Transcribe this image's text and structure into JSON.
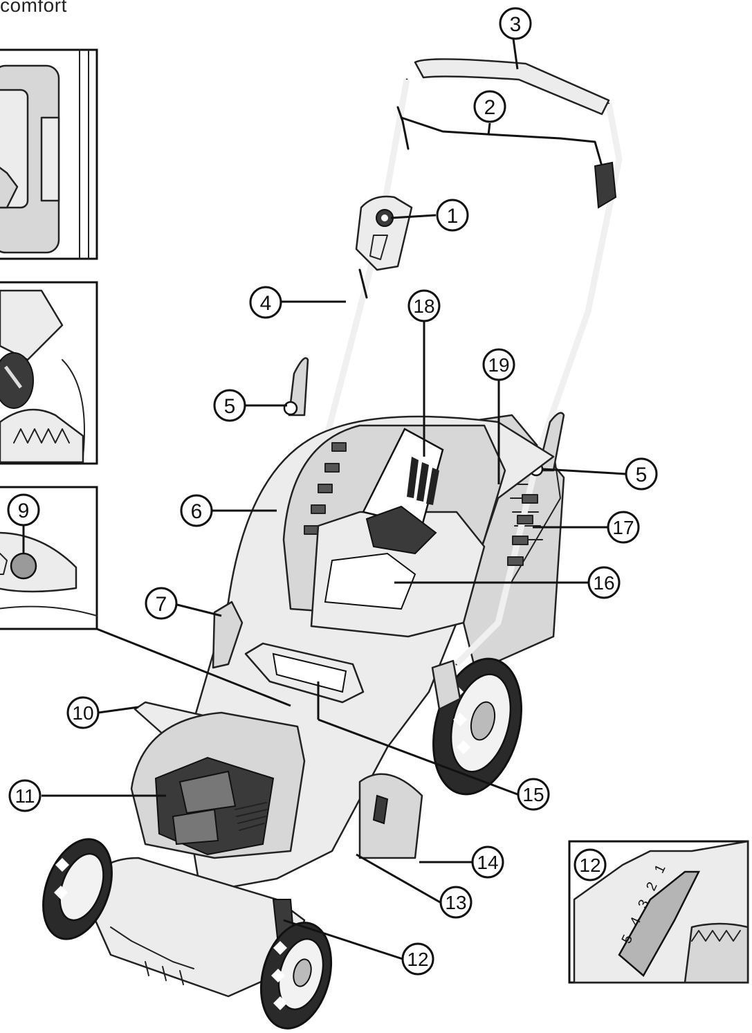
{
  "header": {
    "text": "comfort"
  },
  "callouts": {
    "c1": "1",
    "c2": "2",
    "c3": "3",
    "c4": "4",
    "c5a": "5",
    "c5b": "5",
    "c6": "6",
    "c7": "7",
    "c9": "9",
    "c10": "10",
    "c11": "11",
    "c12a": "12",
    "c12b": "12",
    "c13": "13",
    "c14": "14",
    "c15": "15",
    "c16": "16",
    "c17": "17",
    "c18": "18",
    "c19": "19"
  },
  "height_scale": [
    "1",
    "2",
    "3",
    "4",
    "5"
  ]
}
